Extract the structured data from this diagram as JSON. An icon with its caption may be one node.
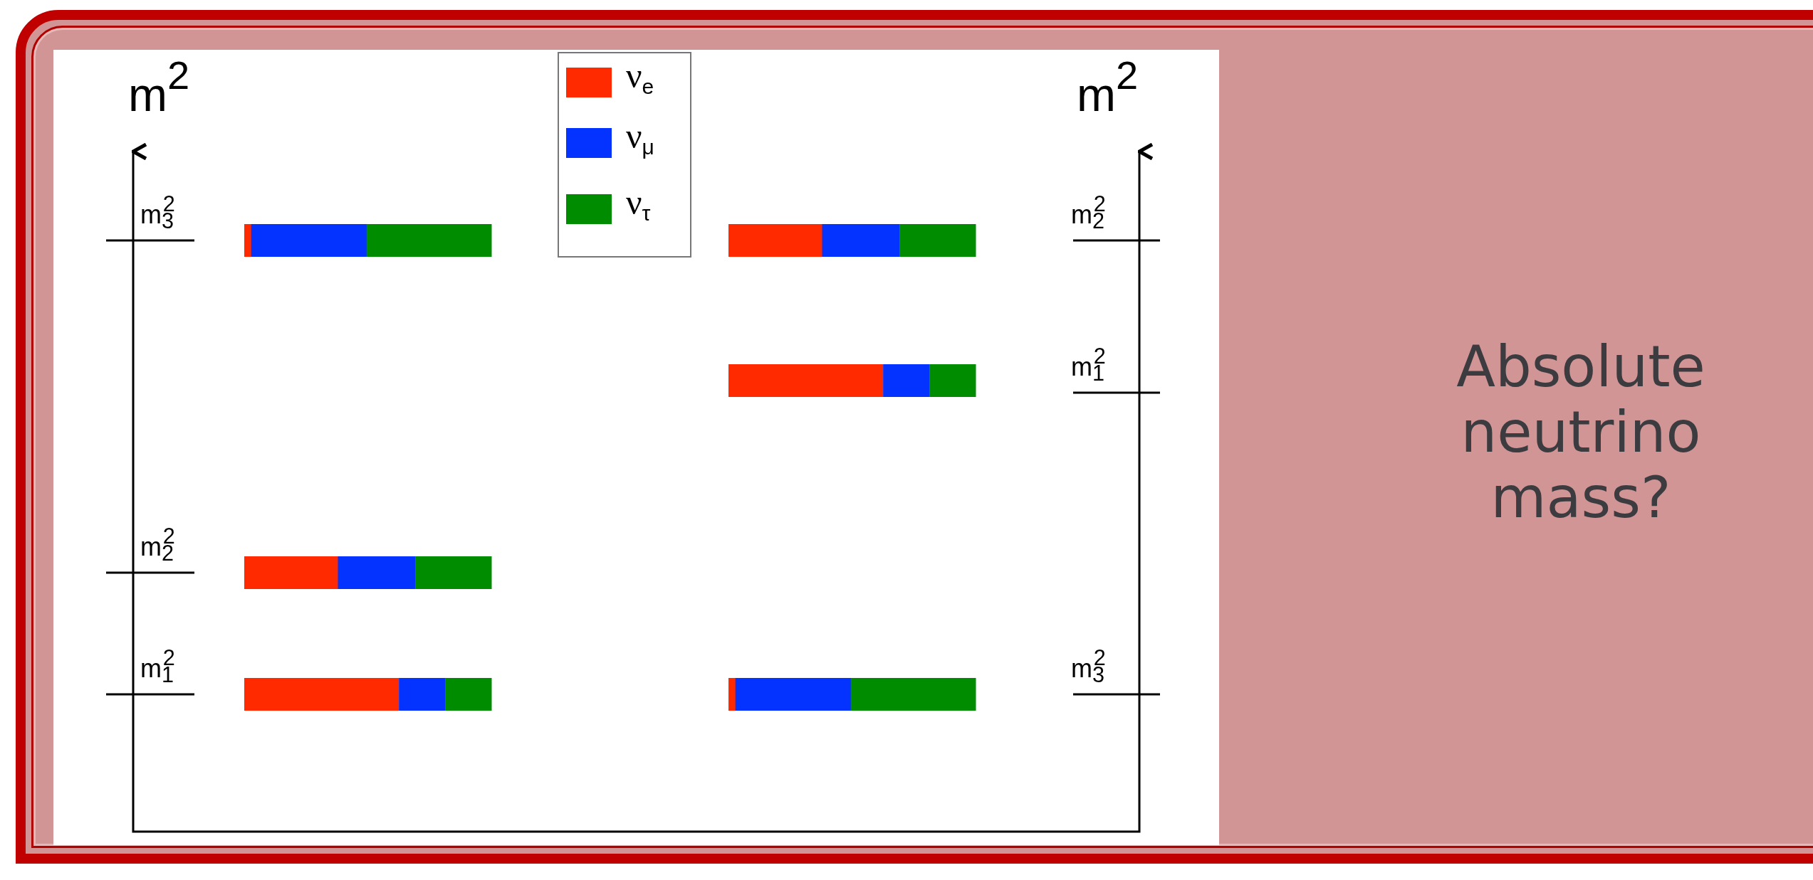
{
  "diagram": {
    "labels": [
      "m$^{2}$",
      "m$^{2}$",
      "m$_{3}$$^{2}$",
      "m$_{2}$$^{2}$",
      "m$_{1}$$^{2}$",
      "m$_{2}$$^{2}$",
      "m$_{1}$$^{2}$",
      "m$_{3}$$^{2}$",
      "Absolute neutrino mass?"
    ],
    "legend": [
      {
        "text": "ν$_{e}$",
        "color": "#ff2a00"
      },
      {
        "text": "ν$_{μ}$",
        "color": "#0433ff"
      },
      {
        "text": "ν$_{τ}$",
        "color": "#008c00"
      }
    ]
  }
}
